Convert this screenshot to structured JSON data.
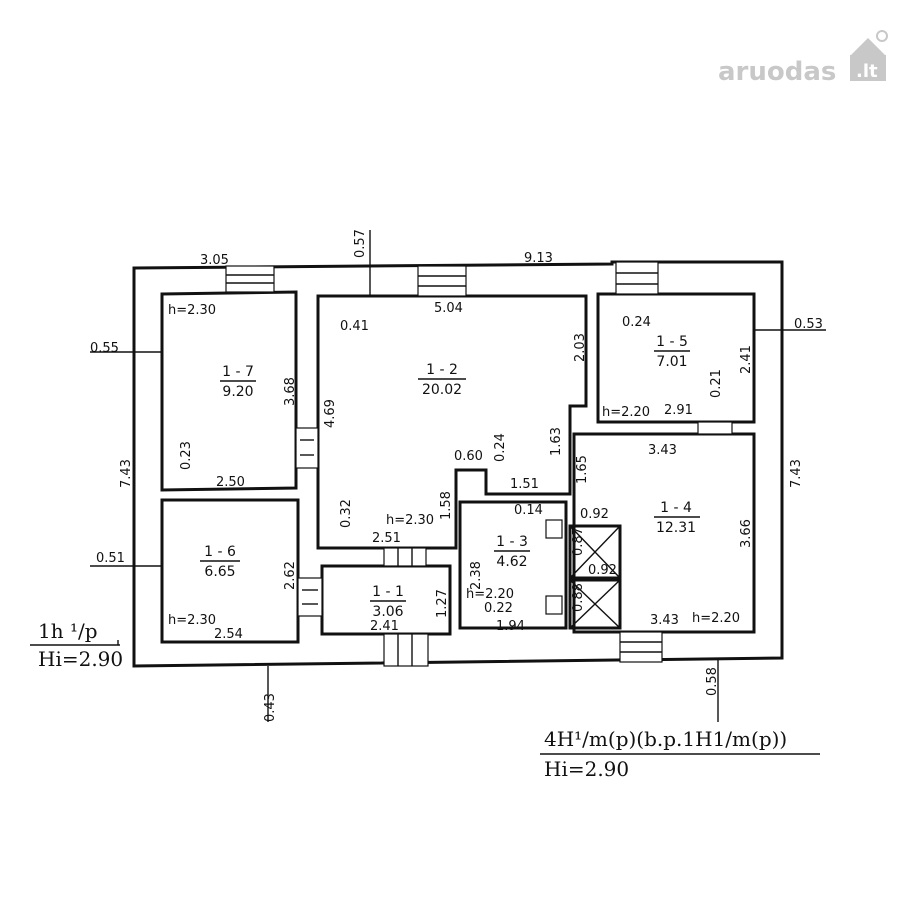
{
  "watermark": {
    "brand": "aruodas",
    "tld": ".lt"
  },
  "rooms": [
    {
      "id": "1 - 7",
      "area": "9.20"
    },
    {
      "id": "1 - 2",
      "area": "20.02"
    },
    {
      "id": "1 - 5",
      "area": "7.01"
    },
    {
      "id": "1 - 4",
      "area": "12.31"
    },
    {
      "id": "1 - 6",
      "area": "6.65"
    },
    {
      "id": "1 - 3",
      "area": "4.62"
    },
    {
      "id": "1 - 1",
      "area": "3.06"
    }
  ],
  "heights": [
    "h=2.30",
    "h=2.30",
    "h=2.30",
    "h=2.20",
    "h=2.20",
    "h=2.20"
  ],
  "dimensions": [
    "3.05",
    "0.57",
    "9.13",
    "5.04",
    "0.41",
    "2.03",
    "0.24",
    "0.53",
    "0.55",
    "3.68",
    "4.69",
    "2.41",
    "0.21",
    "2.91",
    "3.43",
    "7.43",
    "0.23",
    "2.50",
    "0.60",
    "0.24",
    "1.63",
    "1.65",
    "7.43",
    "0.32",
    "1.51",
    "1.58",
    "0.14",
    "0.92",
    "3.66",
    "0.51",
    "2.62",
    "2.51",
    "0.87",
    "0.92",
    "2.38",
    "0.88",
    "1.27",
    "0.22",
    "2.54",
    "2.41",
    "1.94",
    "3.43",
    "0.43",
    "0.58"
  ],
  "notes": {
    "left_top": "1h ¹/p",
    "left_bottom": "Hi=2.90",
    "right_top": "4H¹/m(p)(b.p.1H1/m(p))",
    "right_bottom": "Hi=2.90"
  }
}
